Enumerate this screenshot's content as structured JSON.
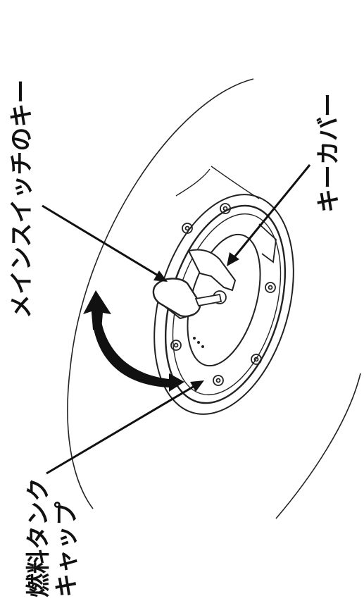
{
  "diagram": {
    "labels": {
      "main_switch_key": "メインスイッチのキー",
      "key_cover": "キーカバー",
      "fuel_tank_cap_line1": "燃料タンク",
      "fuel_tank_cap_line2": "キャップ"
    },
    "colors": {
      "line": "#222222",
      "background": "#ffffff"
    }
  }
}
